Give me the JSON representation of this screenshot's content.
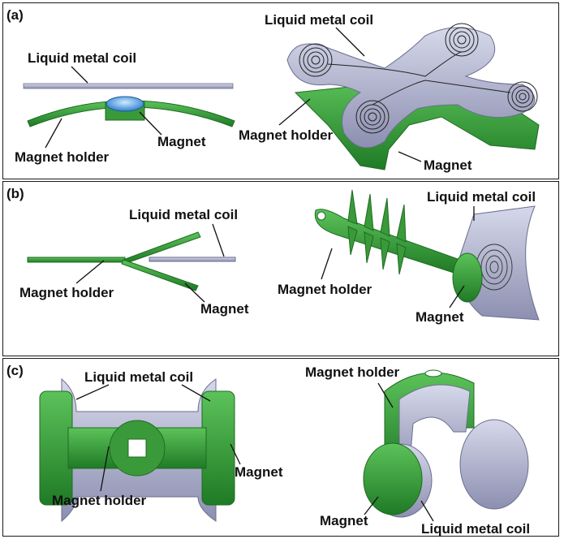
{
  "panels": [
    {
      "id": "a",
      "tag": "(a)",
      "labels": {
        "left_coil": "Liquid metal coil",
        "left_holder": "Magnet holder",
        "left_magnet": "Magnet",
        "right_coil": "Liquid metal coil",
        "right_holder": "Magnet holder",
        "right_magnet": "Magnet"
      }
    },
    {
      "id": "b",
      "tag": "(b)",
      "labels": {
        "left_coil": "Liquid metal coil",
        "left_holder": "Magnet holder",
        "left_magnet": "Magnet",
        "right_coil": "Liquid metal coil",
        "right_holder": "Magnet holder",
        "right_magnet": "Magnet"
      }
    },
    {
      "id": "c",
      "tag": "(c)",
      "labels": {
        "left_coil": "Liquid metal coil",
        "left_holder": "Magnet holder",
        "left_magnet": "Magnet",
        "right_holder": "Magnet holder",
        "right_magnet": "Magnet",
        "right_coil": "Liquid metal coil"
      }
    }
  ],
  "colors": {
    "holder_green": "#3a9a3a",
    "holder_dark": "#1f6b22",
    "coil_gray": "#a9acc8",
    "coil_dark": "#6b6e8e",
    "magnet_blue": "#5aa9e6",
    "border": "#1a1a1a"
  }
}
